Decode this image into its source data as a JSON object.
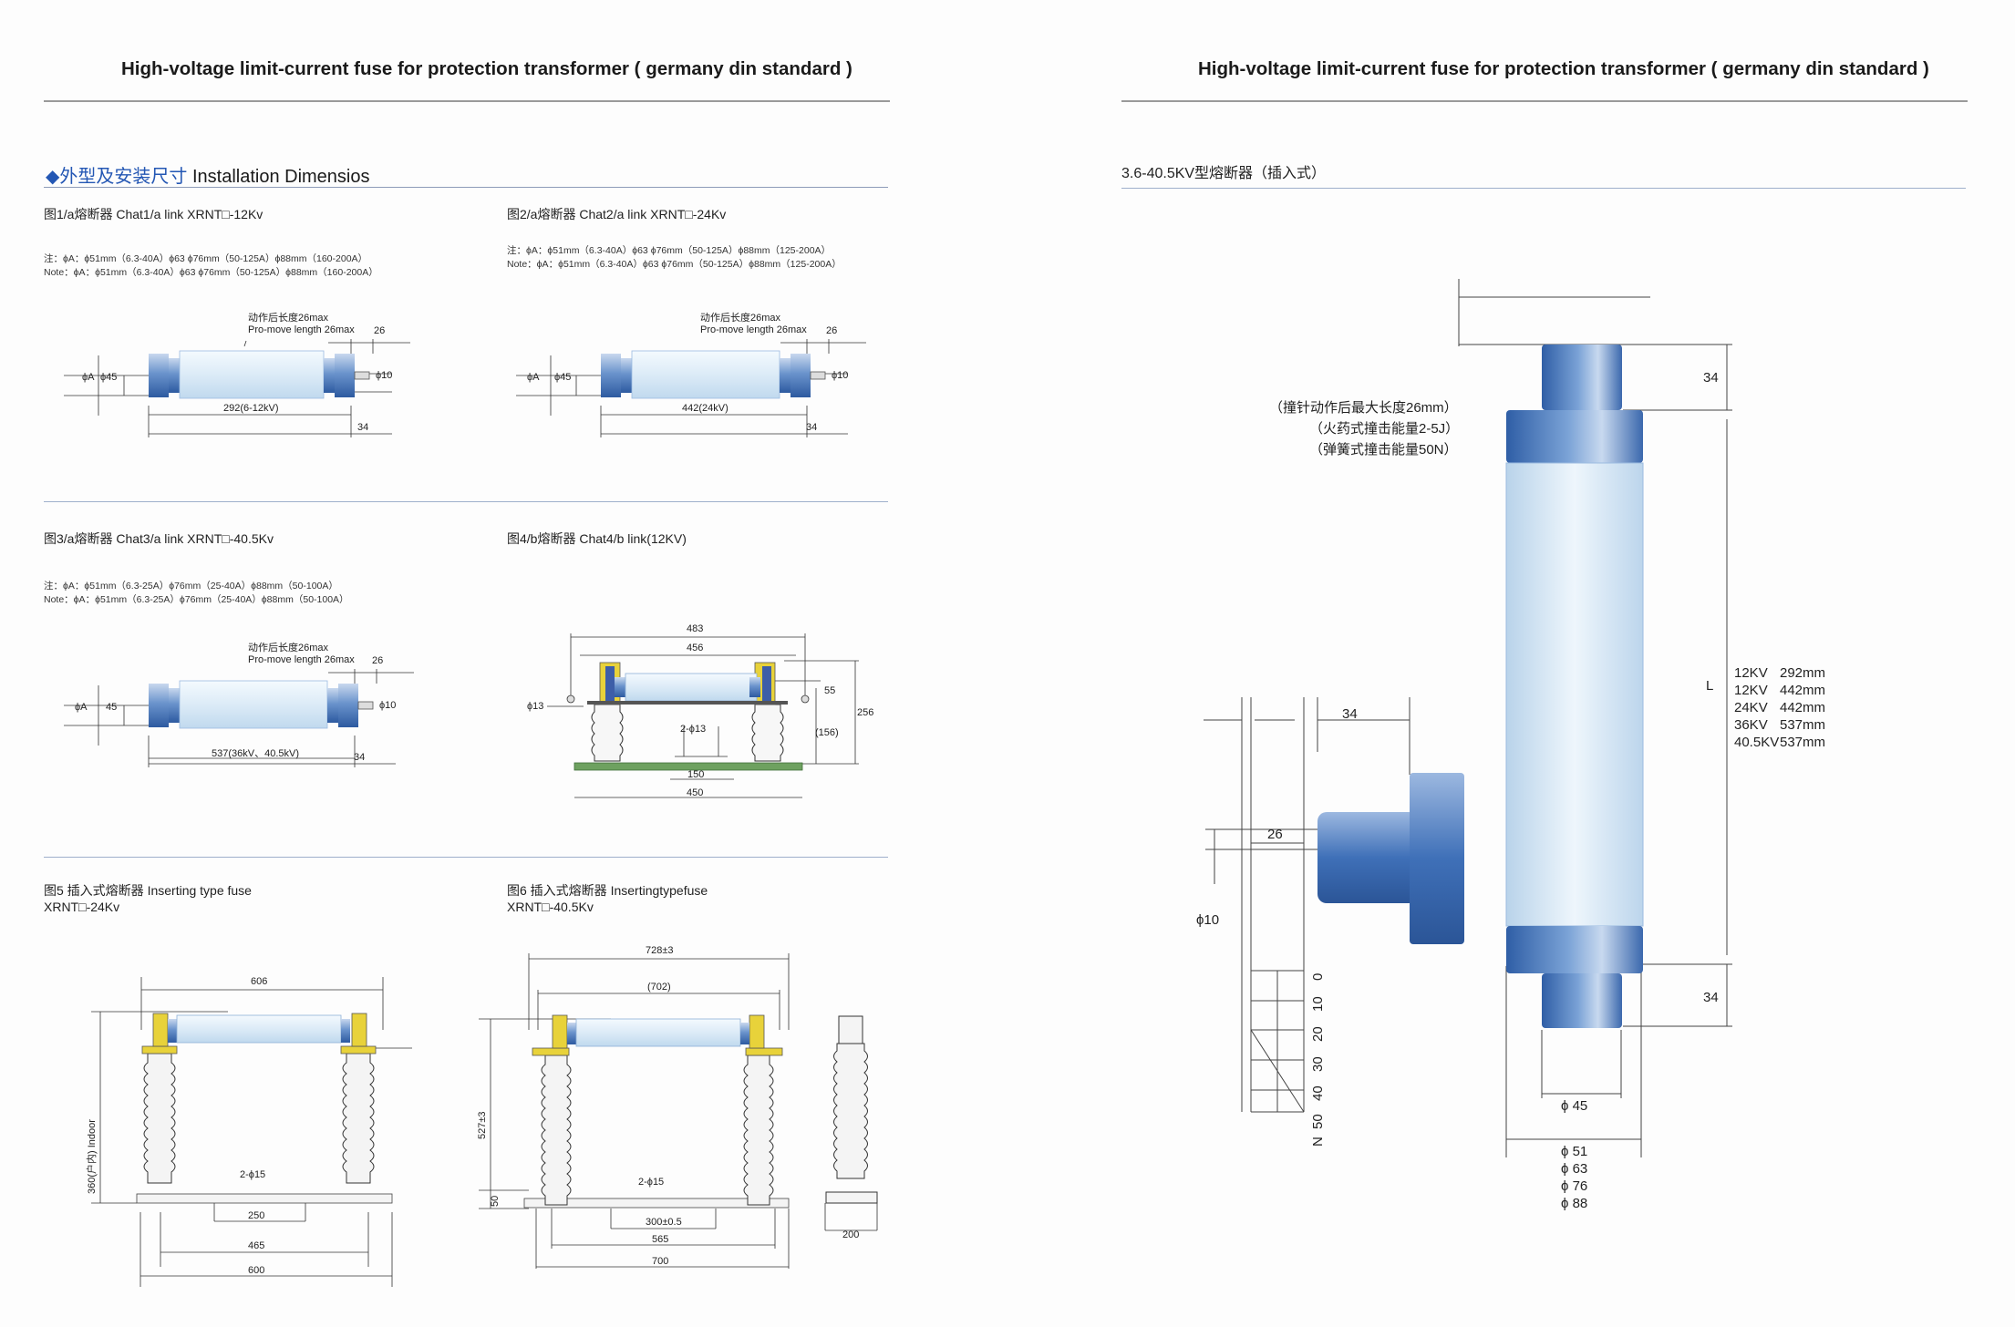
{
  "header_left": "High-voltage limit-current fuse for protection transformer ( germany din standard )",
  "header_right": "High-voltage limit-current fuse for protection transformer ( germany din standard )",
  "section": {
    "marker": "◆",
    "title_cn": "外型及安装尺寸",
    "title_en": "Installation Dimensios"
  },
  "fig1": {
    "caption": "图1/a熔断器 Chat1/a link  XRNT□-12Kv",
    "note_cn": "注：ϕA：ϕ51mm（6.3-40A）ϕ63  ϕ76mm（50-125A）ϕ88mm（160-200A）",
    "note_en": "Note：ϕA：ϕ51mm（6.3-40A）ϕ63  ϕ76mm（50-125A）ϕ88mm（160-200A）",
    "move_cn": "动作后长度26max",
    "move_en": "Pro-move length 26max",
    "d26": "26",
    "dA": "ϕA",
    "d45": "ϕ45",
    "d10": "ϕ10",
    "length": "292(6-12kV)",
    "d34": "34"
  },
  "fig2": {
    "caption": "图2/a熔断器 Chat2/a link  XRNT□-24Kv",
    "note_cn": "注：ϕA：ϕ51mm（6.3-40A）ϕ63  ϕ76mm（50-125A）ϕ88mm（125-200A）",
    "note_en": "Note：ϕA：ϕ51mm（6.3-40A）ϕ63  ϕ76mm（50-125A）ϕ88mm（125-200A）",
    "move_cn": "动作后长度26max",
    "move_en": "Pro-move length 26max",
    "d26": "26",
    "dA": "ϕA",
    "d45": "ϕ45",
    "d10": "ϕ10",
    "length": "442(24kV)",
    "d34": "34"
  },
  "fig3": {
    "caption": "图3/a熔断器 Chat3/a link  XRNT□-40.5Kv",
    "note_cn": "注：ϕA：ϕ51mm（6.3-25A）ϕ76mm（25-40A）ϕ88mm（50-100A）",
    "note_en": "Note：ϕA：ϕ51mm（6.3-25A）ϕ76mm（25-40A）ϕ88mm（50-100A）",
    "move_cn": "动作后长度26max",
    "move_en": "Pro-move length 26max",
    "d26": "26",
    "dA": "ϕA",
    "d45": "45",
    "d10": "ϕ10",
    "length": "537(36kV、40.5kV)",
    "d34": "34"
  },
  "fig4": {
    "caption": "图4/b熔断器 Chat4/b link(12KV)",
    "d483": "483",
    "d456": "456",
    "d13": "ϕ13",
    "d55": "55",
    "d256": "256",
    "d156": "(156)",
    "holes": "2-ϕ13",
    "d150": "150",
    "d450": "450"
  },
  "fig5": {
    "caption1": "图5 插入式熔断器  Inserting type fuse",
    "caption2": "XRNT□-24Kv",
    "d606": "606",
    "height": "360(户内) Indoor",
    "holes": "2-ϕ15",
    "d250": "250",
    "d465": "465",
    "d600": "600"
  },
  "fig6": {
    "caption1": "图6 插入式熔断器  Insertingtypefuse",
    "caption2": "XRNT□-40.5Kv",
    "d728": "728±3",
    "d702": "(702)",
    "height": "527±3",
    "d50": "50",
    "holes": "2-ϕ15",
    "d300": "300±0.5",
    "d565": "565",
    "d700": "700",
    "d200": "200"
  },
  "right": {
    "title": "3.6-40.5KV型熔断器（插入式）",
    "ann1": "（撞针动作后最大长度26mm）",
    "ann2": "（火药式撞击能量2-5J）",
    "ann3": "（弹簧式撞击能量50N）",
    "d34_top": "34",
    "L": "L",
    "d34_bottom": "34",
    "lengths": [
      {
        "kv": "12KV",
        "mm": "292mm"
      },
      {
        "kv": "12KV",
        "mm": "442mm"
      },
      {
        "kv": "24KV",
        "mm": "442mm"
      },
      {
        "kv": "36KV",
        "mm": "537mm"
      },
      {
        "kv": "40.5KV",
        "mm": "537mm"
      }
    ],
    "d45": "ϕ 45",
    "diameters": [
      "ϕ 51",
      "ϕ 63",
      "ϕ 76",
      "ϕ 88"
    ],
    "detail_34": "34",
    "detail_26": "26",
    "detail_10": "ϕ10",
    "scale": [
      "0",
      "10",
      "20",
      "30",
      "40",
      "50"
    ],
    "scale_unit": "N"
  },
  "colors": {
    "fuse_blue": "#3a6fb8",
    "fuse_light": "#dfeef8",
    "insulator_yellow": "#e8d23a",
    "base_green": "#5f9a5a"
  }
}
